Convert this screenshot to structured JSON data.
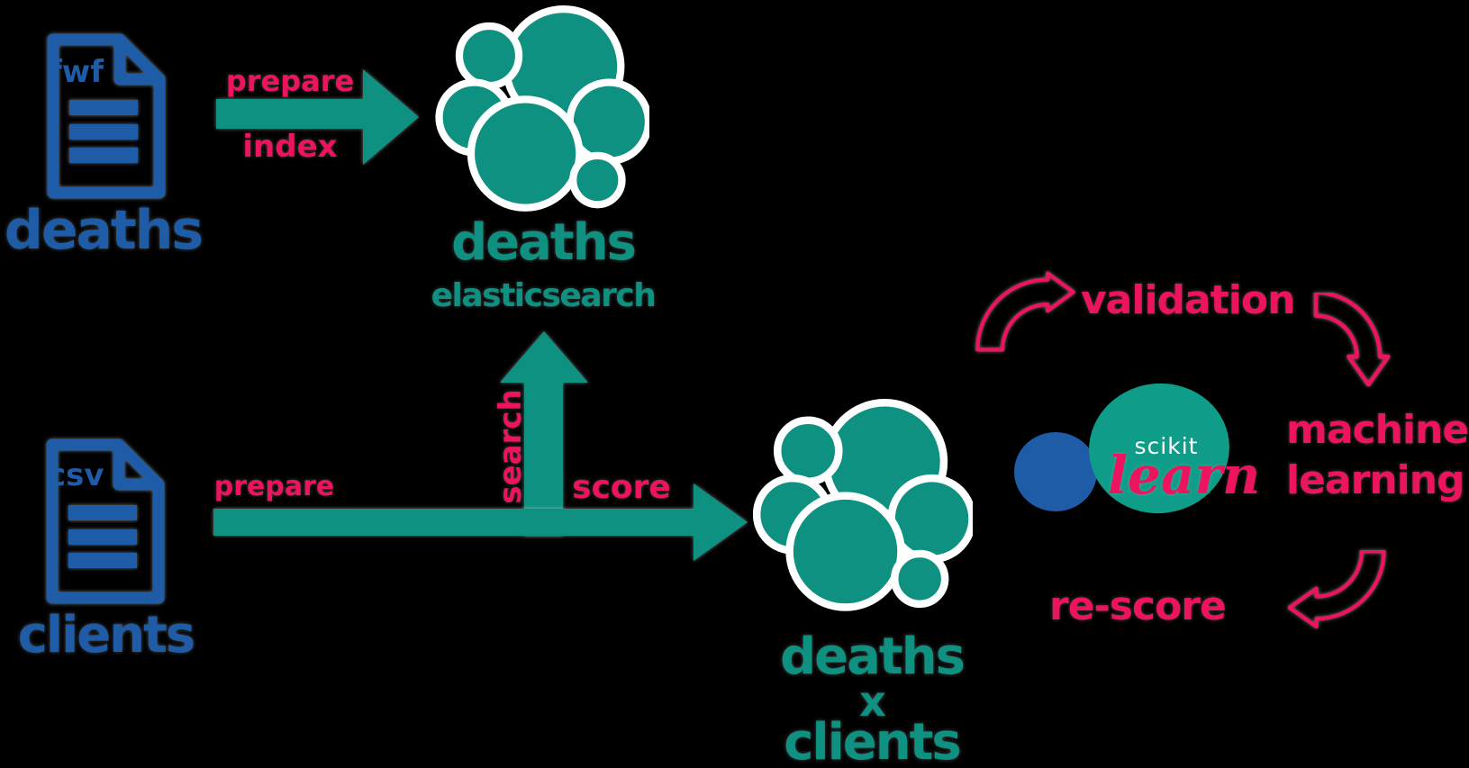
{
  "colors": {
    "teal": "#0E9180",
    "blue": "#1E5CA8",
    "pink": "#EC145E",
    "sklearn_teal": "#0F9C88",
    "background": "#000000",
    "white": "#FFFFFF"
  },
  "nodes": {
    "deaths_file": {
      "file_type": "fwf",
      "label": "deaths"
    },
    "clients_file": {
      "file_type": "csv",
      "label": "clients"
    },
    "deaths_index": {
      "label": "deaths",
      "sublabel": "elasticsearch"
    },
    "deaths_x_clients_index": {
      "label_line1": "deaths",
      "label_line2": "x",
      "label_line3": "clients"
    },
    "scikit_learn": {
      "label_line1": "scikit",
      "label_line2": "learn"
    }
  },
  "arrows": {
    "prepare_index": {
      "top_label": "prepare",
      "bottom_label": "index"
    },
    "search": {
      "label": "search"
    },
    "prepare_score": {
      "left_label": "prepare",
      "right_label": "score"
    }
  },
  "ml_cycle": {
    "validation": "validation",
    "machine_learning_line1": "machine",
    "machine_learning_line2": "learning",
    "re_score": "re-score"
  }
}
